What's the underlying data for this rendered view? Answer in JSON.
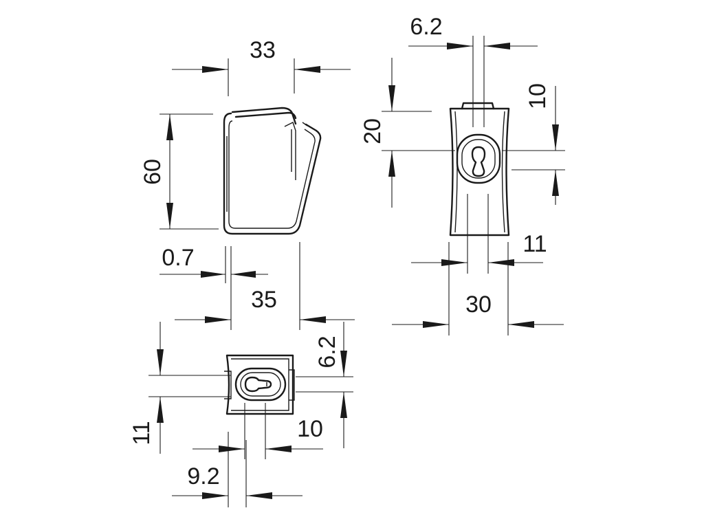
{
  "drawing": {
    "colors": {
      "line": "#1a1a1a",
      "background": "#ffffff"
    },
    "side_view": {
      "dimensions": {
        "width_top": "33",
        "height": "60",
        "sheet_thickness": "0.7",
        "width_bottom": "35"
      }
    },
    "front_view": {
      "dimensions": {
        "slot_width": "6.2",
        "hole_height": "10",
        "top_to_hole": "20",
        "slot_spacing": "11",
        "overall_width": "30"
      }
    },
    "top_view": {
      "dimensions": {
        "slot_width": "6.2",
        "side_height": "11",
        "slot_length": "10",
        "offset": "9.2"
      }
    }
  }
}
